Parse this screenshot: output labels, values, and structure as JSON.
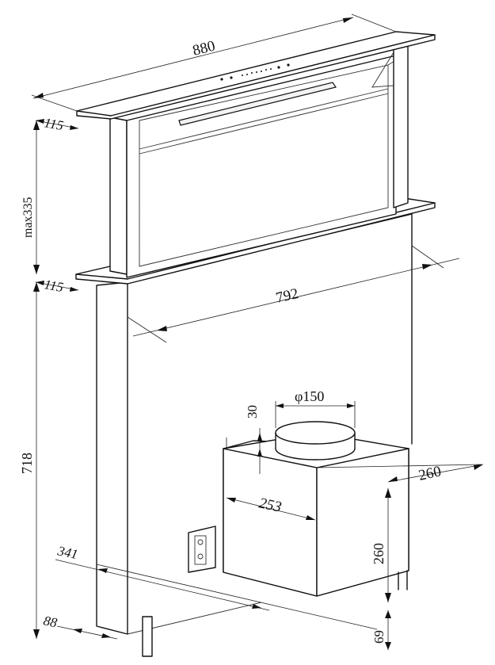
{
  "dimensions": {
    "width_top": "880",
    "glass_depth_top": "115",
    "max_height": "max335",
    "glass_depth_bottom": "115",
    "body_width": "792",
    "duct_diameter": "φ150",
    "collar_height": "30",
    "motor_depth": "260",
    "motor_width": "253",
    "motor_height": "260",
    "total_height": "718",
    "foot_height": "69",
    "body_depth": "341",
    "base_depth": "88"
  },
  "colors": {
    "line": "#111111",
    "background": "#ffffff"
  }
}
